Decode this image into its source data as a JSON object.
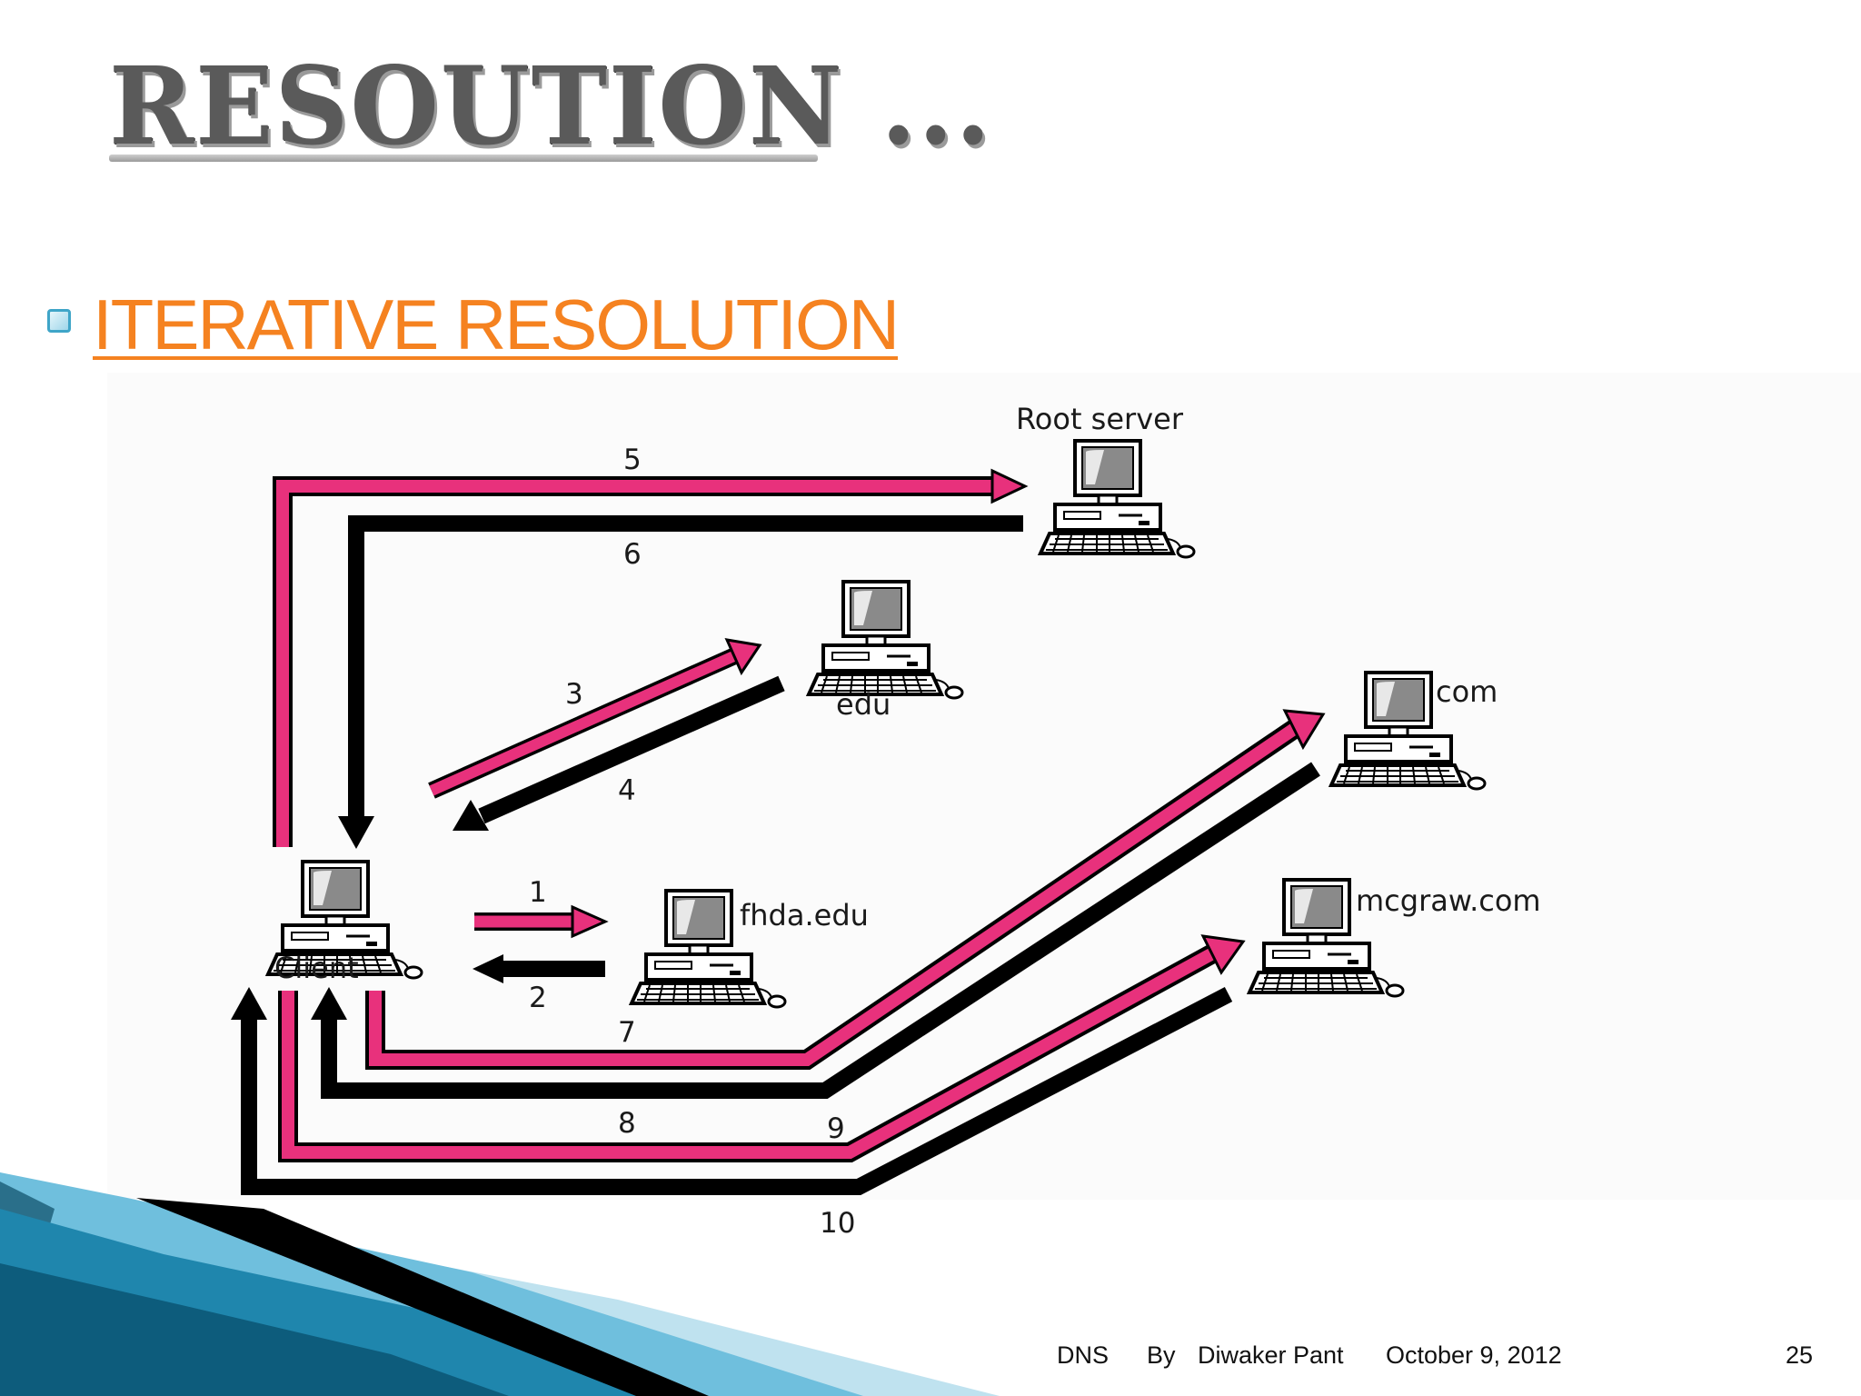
{
  "slide": {
    "title": "RESOUTION ...",
    "subtitle": "ITERATIVE RESOLUTION"
  },
  "diagram": {
    "nodes": {
      "root": "Root server",
      "edu": "edu",
      "com": "com",
      "mcgraw": "mcgraw.com",
      "fhda": "fhda.edu",
      "client": "Client"
    },
    "steps": [
      "1",
      "2",
      "3",
      "4",
      "5",
      "6",
      "7",
      "8",
      "9",
      "10"
    ],
    "colors": {
      "request": "#e8317c",
      "response": "#000000"
    }
  },
  "footer": {
    "topic": "DNS",
    "by": "By",
    "author": "Diwaker Pant",
    "date": "October 9, 2012",
    "page": "25"
  }
}
